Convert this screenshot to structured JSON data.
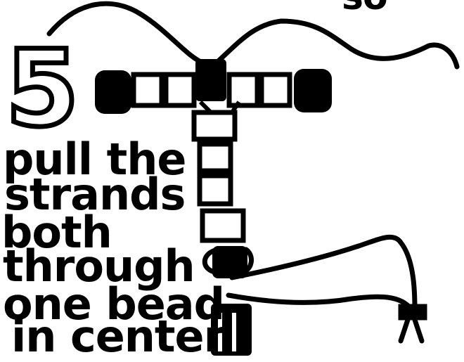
{
  "step": {
    "number": "5",
    "instruction_lines": [
      "pull the",
      "strands",
      "both",
      "through",
      "one bead",
      "in center"
    ]
  },
  "top_right_fragment": "so"
}
